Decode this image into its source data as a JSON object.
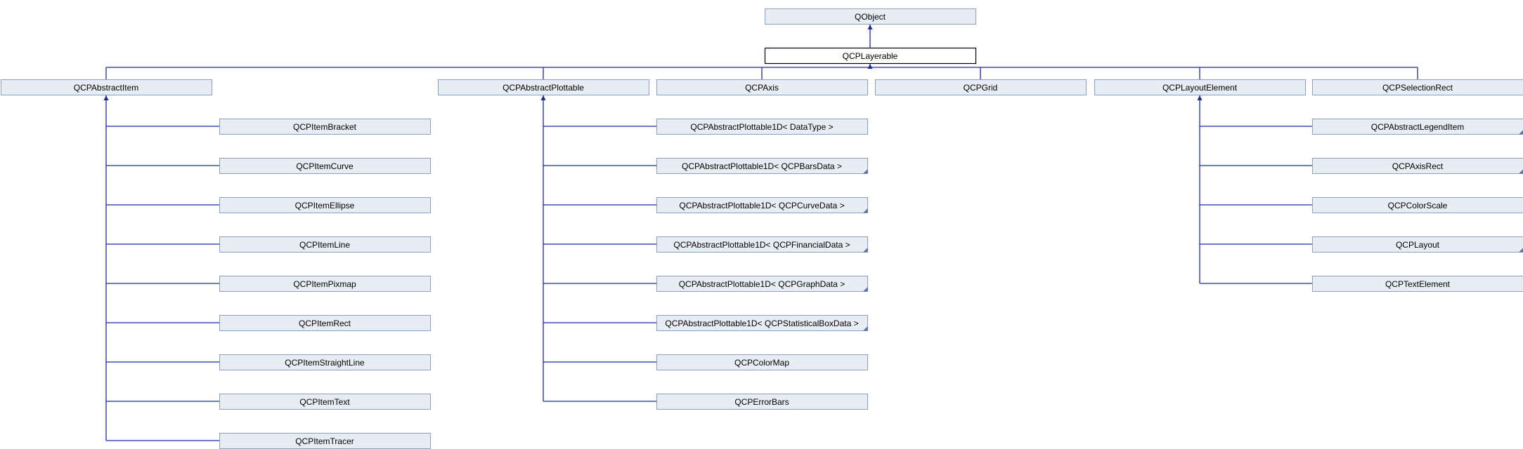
{
  "diagram": {
    "nodes": [
      {
        "id": "qobject",
        "label": "QObject",
        "parent": null
      },
      {
        "id": "qcplayerable",
        "label": "QCPLayerable",
        "parent": "qobject",
        "current": true
      },
      {
        "id": "qcpabstractitem",
        "label": "QCPAbstractItem",
        "parent": "qcplayerable"
      },
      {
        "id": "qcpabstractplottable",
        "label": "QCPAbstractPlottable",
        "parent": "qcplayerable"
      },
      {
        "id": "qcpaxis",
        "label": "QCPAxis",
        "parent": "qcplayerable"
      },
      {
        "id": "qcpgrid",
        "label": "QCPGrid",
        "parent": "qcplayerable"
      },
      {
        "id": "qcplayoutelement",
        "label": "QCPLayoutElement",
        "parent": "qcplayerable"
      },
      {
        "id": "qcpselectionrect",
        "label": "QCPSelectionRect",
        "parent": "qcplayerable"
      },
      {
        "id": "qcpitembracket",
        "label": "QCPItemBracket",
        "parent": "qcpabstractitem"
      },
      {
        "id": "qcpitemcurve",
        "label": "QCPItemCurve",
        "parent": "qcpabstractitem"
      },
      {
        "id": "qcpitemellipse",
        "label": "QCPItemEllipse",
        "parent": "qcpabstractitem"
      },
      {
        "id": "qcpitemline",
        "label": "QCPItemLine",
        "parent": "qcpabstractitem"
      },
      {
        "id": "qcpitempixmap",
        "label": "QCPItemPixmap",
        "parent": "qcpabstractitem"
      },
      {
        "id": "qcpitemrect",
        "label": "QCPItemRect",
        "parent": "qcpabstractitem"
      },
      {
        "id": "qcpitemstraightline",
        "label": "QCPItemStraightLine",
        "parent": "qcpabstractitem"
      },
      {
        "id": "qcpitemtext",
        "label": "QCPItemText",
        "parent": "qcpabstractitem"
      },
      {
        "id": "qcpitemtracer",
        "label": "QCPItemTracer",
        "parent": "qcpabstractitem"
      },
      {
        "id": "plottable1d-datatype",
        "label": "QCPAbstractPlottable1D< DataType >",
        "parent": "qcpabstractplottable"
      },
      {
        "id": "plottable1d-bars",
        "label": "QCPAbstractPlottable1D< QCPBarsData >",
        "parent": "qcpabstractplottable",
        "has_more": true
      },
      {
        "id": "plottable1d-curve",
        "label": "QCPAbstractPlottable1D< QCPCurveData >",
        "parent": "qcpabstractplottable",
        "has_more": true
      },
      {
        "id": "plottable1d-financial",
        "label": "QCPAbstractPlottable1D< QCPFinancialData >",
        "parent": "qcpabstractplottable",
        "has_more": true
      },
      {
        "id": "plottable1d-graph",
        "label": "QCPAbstractPlottable1D< QCPGraphData >",
        "parent": "qcpabstractplottable",
        "has_more": true
      },
      {
        "id": "plottable1d-statbox",
        "label": "QCPAbstractPlottable1D< QCPStatisticalBoxData >",
        "parent": "qcpabstractplottable",
        "has_more": true
      },
      {
        "id": "qcpcolormap",
        "label": "QCPColorMap",
        "parent": "qcpabstractplottable"
      },
      {
        "id": "qcperrorbars",
        "label": "QCPErrorBars",
        "parent": "qcpabstractplottable"
      },
      {
        "id": "qcpabstractlegenditem",
        "label": "QCPAbstractLegendItem",
        "parent": "qcplayoutelement",
        "has_more": true
      },
      {
        "id": "qcpaxisrect",
        "label": "QCPAxisRect",
        "parent": "qcplayoutelement",
        "has_more": true
      },
      {
        "id": "qcpcolorscale",
        "label": "QCPColorScale",
        "parent": "qcplayoutelement"
      },
      {
        "id": "qcplayout",
        "label": "QCPLayout",
        "parent": "qcplayoutelement",
        "has_more": true
      },
      {
        "id": "qcptextelement",
        "label": "QCPTextElement",
        "parent": "qcplayoutelement"
      }
    ]
  },
  "colors": {
    "box_fill": "#e8edf4",
    "box_stroke": "#8c9fbf",
    "edge": "#1f2a9c",
    "current_fill": "#ffffff",
    "current_stroke": "#000000"
  }
}
